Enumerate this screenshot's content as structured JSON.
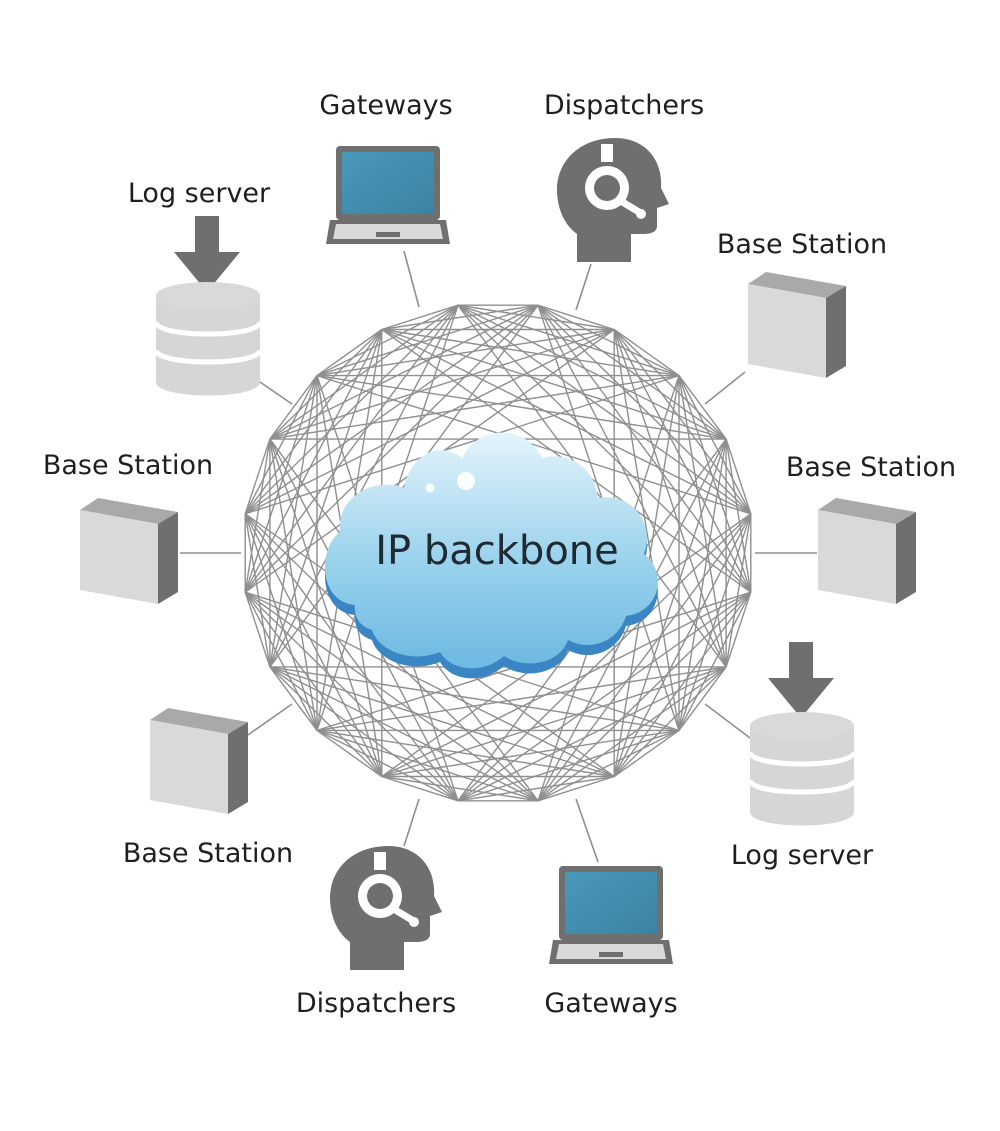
{
  "center": {
    "label": "IP backbone"
  },
  "nodes": [
    {
      "id": "gateways-top",
      "type": "laptop",
      "label": "Gateways"
    },
    {
      "id": "dispatchers-top",
      "type": "headset",
      "label": "Dispatchers"
    },
    {
      "id": "base-station-upper-right",
      "type": "server",
      "label": "Base Station"
    },
    {
      "id": "base-station-right",
      "type": "server",
      "label": "Base Station"
    },
    {
      "id": "log-server-right",
      "type": "database",
      "label": "Log server"
    },
    {
      "id": "gateways-bottom",
      "type": "laptop",
      "label": "Gateways"
    },
    {
      "id": "dispatchers-bottom",
      "type": "headset",
      "label": "Dispatchers"
    },
    {
      "id": "base-station-lower-left",
      "type": "server",
      "label": "Base Station"
    },
    {
      "id": "base-station-left",
      "type": "server",
      "label": "Base Station"
    },
    {
      "id": "log-server-left",
      "type": "database",
      "label": "Log server"
    }
  ],
  "colors": {
    "mesh": "#8f8f8f",
    "icon_dark": "#6f6f6f",
    "icon_light": "#d6d6d6",
    "screen": "#3f8cac",
    "cloud_light": "#cfeaf6",
    "cloud_dark": "#3a86c4"
  }
}
